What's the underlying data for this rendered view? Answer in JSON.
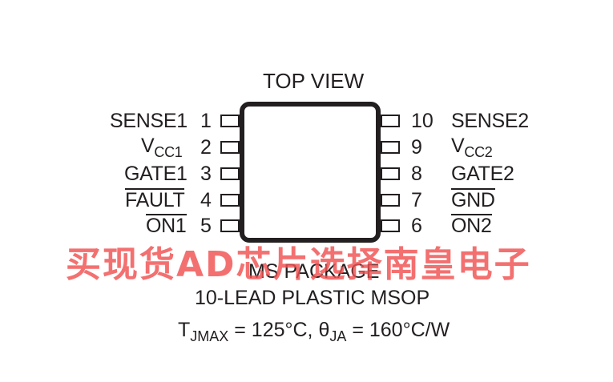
{
  "diagram": {
    "title": "TOP VIEW",
    "left_pins": [
      {
        "number": "1",
        "name": "SENSE1"
      },
      {
        "number": "2",
        "name_main": "V",
        "name_sub": "CC1"
      },
      {
        "number": "3",
        "name": "GATE1"
      },
      {
        "number": "4",
        "name": "FAULT",
        "overbar": true
      },
      {
        "number": "5",
        "name": "ON1",
        "overbar": true
      }
    ],
    "right_pins": [
      {
        "number": "10",
        "name": "SENSE2"
      },
      {
        "number": "9",
        "name_main": "V",
        "name_sub": "CC2"
      },
      {
        "number": "8",
        "name": "GATE2"
      },
      {
        "number": "7",
        "name": "GND",
        "overbar": true
      },
      {
        "number": "6",
        "name": "ON2",
        "overbar": true
      }
    ],
    "package_name": "MS PACKAGE",
    "package_desc": "10-LEAD PLASTIC MSOP",
    "thermal": {
      "tj_main": "T",
      "tj_sub": "JMAX",
      "tj_value": " = 125°C, ",
      "theta_main": "θ",
      "theta_sub": "JA",
      "theta_value": " = 160°C/W"
    },
    "watermark": "买现货AD芯片选择南皇电子"
  }
}
